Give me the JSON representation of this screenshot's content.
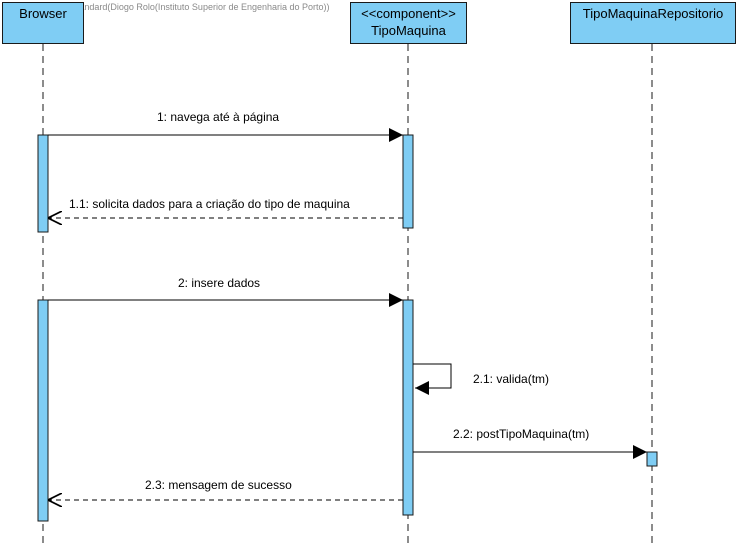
{
  "watermark": "Visual Paradigm Standard(Diogo Rolo(Instituto Superior de Engenharia do Porto))",
  "lifelines": [
    {
      "id": "browser",
      "stereotype": "",
      "name": "Browser"
    },
    {
      "id": "tipomaquina",
      "stereotype": "<<component>>",
      "name": "TipoMaquina"
    },
    {
      "id": "repositorio",
      "stereotype": "",
      "name": "TipoMaquinaRepositorio"
    }
  ],
  "messages": [
    {
      "id": "m1",
      "label": "1: navega até à página",
      "type": "sync",
      "from": "Browser",
      "to": "TipoMaquina"
    },
    {
      "id": "m11",
      "label": "1.1: solicita dados para a criação do tipo de maquina",
      "type": "return",
      "from": "TipoMaquina",
      "to": "Browser"
    },
    {
      "id": "m2",
      "label": "2: insere dados",
      "type": "sync",
      "from": "Browser",
      "to": "TipoMaquina"
    },
    {
      "id": "m21",
      "label": "2.1: valida(tm)",
      "type": "self",
      "from": "TipoMaquina",
      "to": "TipoMaquina"
    },
    {
      "id": "m22",
      "label": "2.2: postTipoMaquina(tm)",
      "type": "sync",
      "from": "TipoMaquina",
      "to": "TipoMaquinaRepositorio"
    },
    {
      "id": "m23",
      "label": "2.3: mensagem de sucesso",
      "type": "return",
      "from": "TipoMaquina",
      "to": "Browser"
    }
  ],
  "colors": {
    "lifeline_fill": "#7fcdf4",
    "activation_fill": "#7fcdf4",
    "stroke": "#1a1a1a"
  }
}
